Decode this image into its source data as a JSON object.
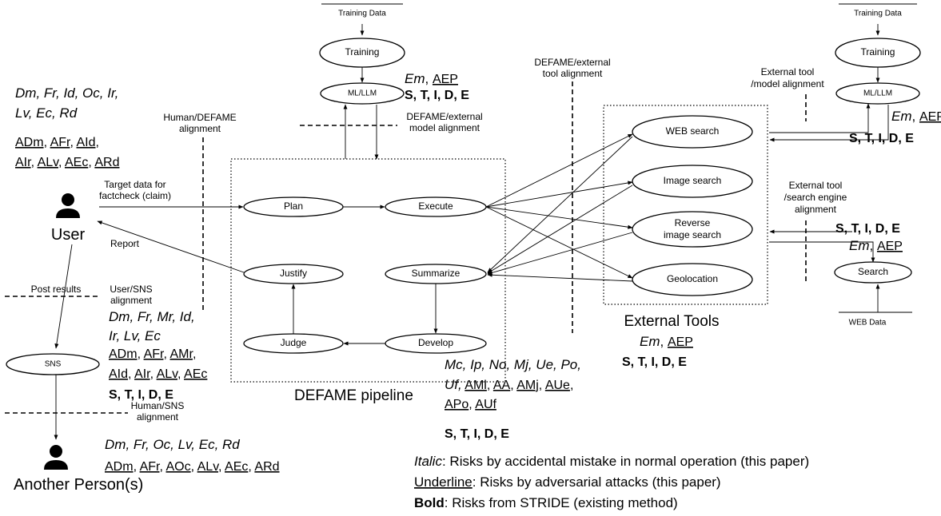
{
  "pipeline": {
    "caption": "DEFAME pipeline",
    "nodes": {
      "plan": "Plan",
      "execute": "Execute",
      "justify": "Justify",
      "summarize": "Summarize",
      "judge": "Judge",
      "develop": "Develop"
    }
  },
  "top_model": {
    "training_data": "Training Data",
    "training": "Training",
    "ml_llm": "ML/LLM",
    "risk_italic": "Em",
    "risk_underline": "AEP",
    "risk_bold": "S, T, I, D, E"
  },
  "external_tools": {
    "caption": "External Tools",
    "nodes": {
      "web_search": "WEB search",
      "image_search": "Image search",
      "reverse_line1": "Reverse",
      "reverse_line2": "image search",
      "geolocation": "Geolocation"
    },
    "risk_italic": "Em",
    "risk_underline": "AEP",
    "risk_bold": "S, T, I, D, E"
  },
  "right_model": {
    "training_data": "Training Data",
    "training": "Training",
    "ml_llm": "ML/LLM",
    "risk_italic": "Em",
    "risk_underline": "AEP",
    "risk_bold": "S, T, I, D, E"
  },
  "right_search": {
    "risk_bold": "S, T, I, D, E",
    "risk_italic": "Em",
    "risk_underline": "AEP",
    "search": "Search",
    "web_data": "WEB Data"
  },
  "actors": {
    "user": "User",
    "sns": "SNS",
    "another_person": "Another Person(s)"
  },
  "edge_labels": {
    "target_line1": "Target data for",
    "target_line2": "factcheck (claim)",
    "report": "Report",
    "post_results": "Post results"
  },
  "alignments": {
    "human_defame_1": "Human/DEFAME",
    "human_defame_2": "alignment",
    "defame_model_1": "DEFAME/external",
    "defame_model_2": "model alignment",
    "defame_tool_1": "DEFAME/external",
    "defame_tool_2": "tool alignment",
    "ext_tool_model_1": "External tool",
    "ext_tool_model_2": "/model alignment",
    "ext_tool_search_1": "External tool",
    "ext_tool_search_2": "/search engine",
    "ext_tool_search_3": "alignment",
    "user_sns_1": "User/SNS",
    "user_sns_2": "alignment",
    "human_sns_1": "Human/SNS",
    "human_sns_2": "alignment"
  },
  "risks": {
    "user": {
      "italic_1": "Dm, Fr, Id, Oc, Ir,",
      "italic_2": "Lv, Ec, Rd",
      "underline_1": [
        "ADm",
        "AFr",
        "AId"
      ],
      "underline_2": [
        "AIr",
        "ALv",
        "AEc",
        "ARd"
      ]
    },
    "sns": {
      "italic_1": "Dm, Fr, Mr, Id,",
      "italic_2": "Ir, Lv, Ec",
      "underline_1": [
        "ADm",
        "AFr",
        "AMr"
      ],
      "underline_2": [
        "AId",
        "AIr",
        "ALv",
        "AEc"
      ],
      "bold": "S, T, I, D, E"
    },
    "another": {
      "italic": "Dm, Fr, Oc, Lv, Ec, Rd",
      "underline": [
        "ADm",
        "AFr",
        "AOc",
        "ALv",
        "AEc",
        "ARd"
      ]
    },
    "pipeline": {
      "italic_1": "Mc, Ip, No, Mj, Ue, Po,",
      "italic_2": "Uf,",
      "underline_2": [
        "AMl",
        "AA",
        "AMj",
        "AUe"
      ],
      "underline_3": [
        "APo",
        "AUf"
      ],
      "bold": "S, T, I, D, E"
    }
  },
  "legend": {
    "italic_key": "Italic",
    "italic_text": ": Risks by accidental mistake in normal operation (this paper)",
    "underline_key": "Underline",
    "underline_text": ": Risks by adversarial attacks (this paper)",
    "bold_key": "Bold",
    "bold_text": ": Risks from STRIDE (existing method)"
  }
}
